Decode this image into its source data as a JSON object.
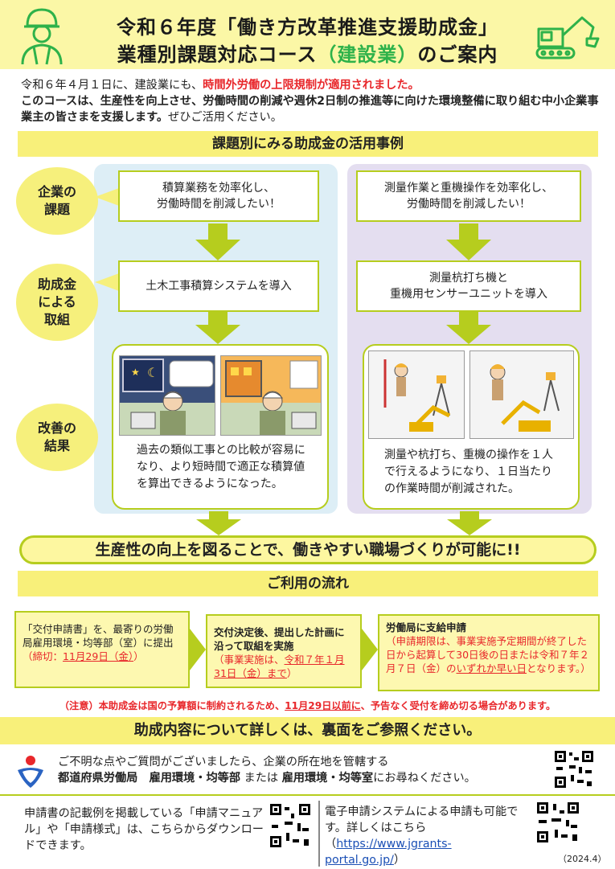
{
  "header": {
    "title_line1": "令和６年度「働き方改革推進支援助成金」",
    "title_line2_pre": "業種別課題対応コース",
    "title_line2_highlight": "（建設業）",
    "title_line2_post": "のご案内"
  },
  "intro": {
    "line1_pre": "令和６年４月１日に、建設業にも、",
    "line1_red": "時間外労働の上限規制が適用されました。",
    "line2_bold": "このコースは、生産性を向上させ、労働時間の削減や週休2日制の推進等に向けた環境整備に取り組む中小企業事業主の皆さまを支援します。",
    "line2_tail": "ぜひご活用ください。"
  },
  "cases": {
    "section_title": "課題別にみる助成金の活用事例",
    "labels": {
      "issue": "企業の\n課題",
      "action": "助成金\nによる\n取組",
      "result": "改善の\n結果"
    },
    "left": {
      "issue": "積算業務を効率化し、\n労働時間を削減したい！",
      "action": "土木工事積算システムを導入",
      "result": "過去の類似工事との比較が容易になり、より短時間で適正な積算値を算出できるようになった。"
    },
    "right": {
      "issue": "測量作業と重機操作を効率化し、\n労働時間を削減したい！",
      "action": "測量杭打ち機と\n重機用センサーユニットを導入",
      "result": "測量や杭打ち、重機の操作を１人で行えるようになり、１日当たりの作業時間が削減された。"
    },
    "banner": "生産性の向上を図ることで、働きやすい職場づくりが可能に!!"
  },
  "flow": {
    "section_title": "ご利用の流れ",
    "step1": {
      "text": "「交付申請書」を、最寄りの労働局雇用環境・均等部（室）に提出",
      "deadline_pre": "（締切：",
      "deadline_date": "11月29日（金）",
      "deadline_post": "）"
    },
    "step2": {
      "title": "交付決定後、提出した計画に沿って取組を実施",
      "note_pre": "（事業実施は、",
      "note_date": "令和７年１月31日（金）まで",
      "note_post": "）"
    },
    "step3": {
      "title": "労働局に支給申請",
      "note_pre": "（申請期限は、事業実施予定期間が終了した日から起算して30日後の日または令和７年２月７日（金）の",
      "note_underline": "いずれか早い日",
      "note_post": "となります。）"
    },
    "note_pre": "（注意）本助成金は国の予算額に制約されるため、",
    "note_underline": "11月29日以前に",
    "note_post": "、予告なく受付を締め切る場合があります。"
  },
  "details_bar": "助成内容について詳しくは、裏面をご参照ください。",
  "contact": {
    "line1": "ご不明な点やご質問がございましたら、企業の所在地を管轄する",
    "line2_bold1": "都道府県労働局　雇用環境・均等部",
    "line2_mid": " または ",
    "line2_bold2": "雇用環境・均等室",
    "line2_tail": "にお尋ねください。"
  },
  "footer": {
    "left_text": "申請書の記載例を掲載している「申請マニュアル」や「申請様式」は、こちらからダウンロードできます。",
    "right_text": "電子申請システムによる申請も可能です。詳しくはこちら",
    "link_pre": "（",
    "link": "https://www.jgrants-portal.go.jp/",
    "link_post": "）",
    "date": "（2024.4）"
  },
  "colors": {
    "header_bg": "#fbf7a6",
    "accent_green": "#2eb24a",
    "border_green": "#b6cd1e",
    "warning_red": "#e8272b",
    "left_column_bg": "#ddeef6",
    "right_column_bg": "#e4def0"
  }
}
